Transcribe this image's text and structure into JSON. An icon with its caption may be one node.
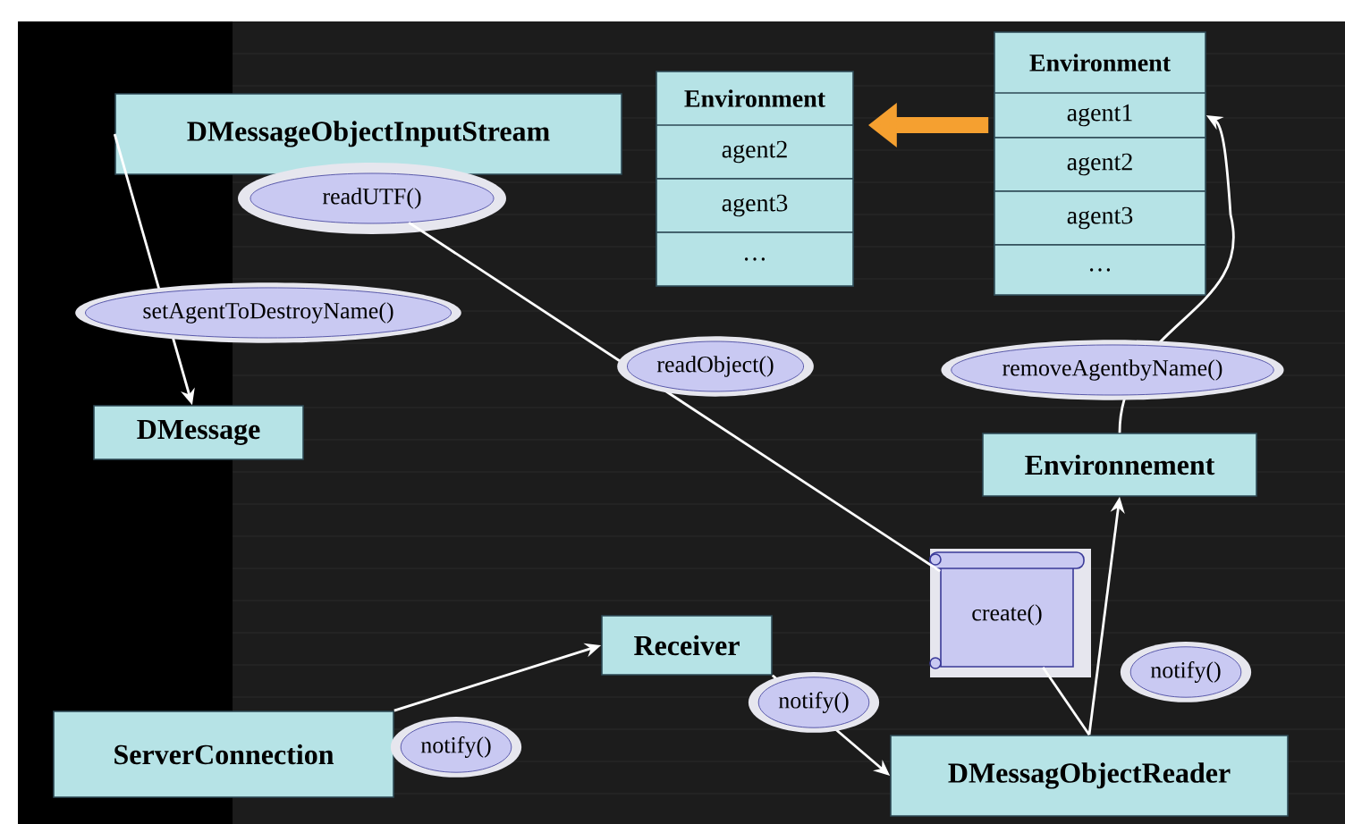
{
  "diagram": {
    "nodes": [
      {
        "text": [
          "DMessageObjectInputStream"
        ]
      },
      {
        "text": [
          "readUTF()"
        ]
      },
      {
        "text": [
          "DMessage"
        ]
      },
      {
        "text": [
          "Environment"
        ]
      },
      {
        "text": [
          "agent2"
        ],
        "in": 3
      },
      {
        "text": [
          "agent3"
        ],
        "in": 3
      },
      {
        "text": [
          "…"
        ],
        "in": 3
      },
      {
        "text": [
          "Environment"
        ]
      },
      {
        "text": [
          "agent1"
        ],
        "in": 7
      },
      {
        "text": [
          "agent2"
        ],
        "in": 7
      },
      {
        "text": [
          "agent3"
        ],
        "in": 7
      },
      {
        "text": [
          "…"
        ],
        "in": 7
      },
      {
        "text": [
          "Environnement"
        ]
      },
      {
        "text": [
          "Receiver"
        ]
      },
      {
        "text": [
          "create()"
        ]
      },
      {
        "text": [
          "ServerConnection"
        ]
      },
      {
        "text": [
          "DMessagObjectReader"
        ]
      }
    ],
    "edges": [
      {
        "from": 0,
        "to": 2,
        "arrow": "to",
        "label": "setAgentToDestroyName()"
      },
      {
        "from": 1,
        "to": 14,
        "arrow": "none",
        "label": "readObject()"
      },
      {
        "from": 14,
        "to": 16,
        "arrow": "none"
      },
      {
        "from": 15,
        "to": 13,
        "arrow": "to",
        "label": "notify()"
      },
      {
        "from": 13,
        "to": 16,
        "arrow": "to",
        "label": "notify()"
      },
      {
        "from": 16,
        "to": 12,
        "arrow": "to",
        "label": "notify()"
      },
      {
        "from": 12,
        "to": 8,
        "arrow": "to",
        "label": "removeAgentbyName()"
      },
      {
        "from": 7,
        "to": 3,
        "arrow": "to",
        "style": "thick",
        "color": "#f5a030"
      }
    ]
  }
}
